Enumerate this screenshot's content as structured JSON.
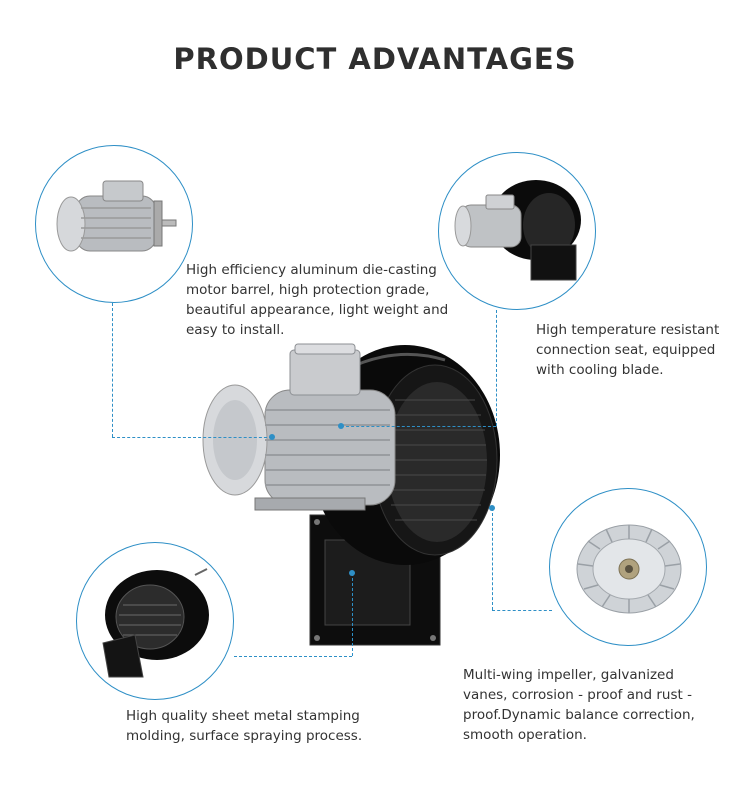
{
  "page_title": "PRODUCT ADVANTAGES",
  "features": {
    "motor": {
      "label": "High efficiency aluminum die-casting motor barrel, high protection grade, beautiful appearance, light weight and easy to install."
    },
    "connection": {
      "label": "High temperature resistant connection seat, equipped with cooling blade."
    },
    "housing": {
      "label": "High quality sheet metal stamping molding, surface spraying process."
    },
    "impeller": {
      "label": "Multi-wing impeller, galvanized vanes, corrosion - proof and rust - proof.Dynamic balance correction, smooth operation."
    }
  },
  "colors": {
    "accent": "#2e8fc6",
    "title": "#2f2f2f",
    "housing": "#111111",
    "motor": "#b9bcc0"
  },
  "icons": [
    "motor-image",
    "blower-assembly-image",
    "housing-image",
    "impeller-image",
    "centrifugal-fan-image"
  ]
}
